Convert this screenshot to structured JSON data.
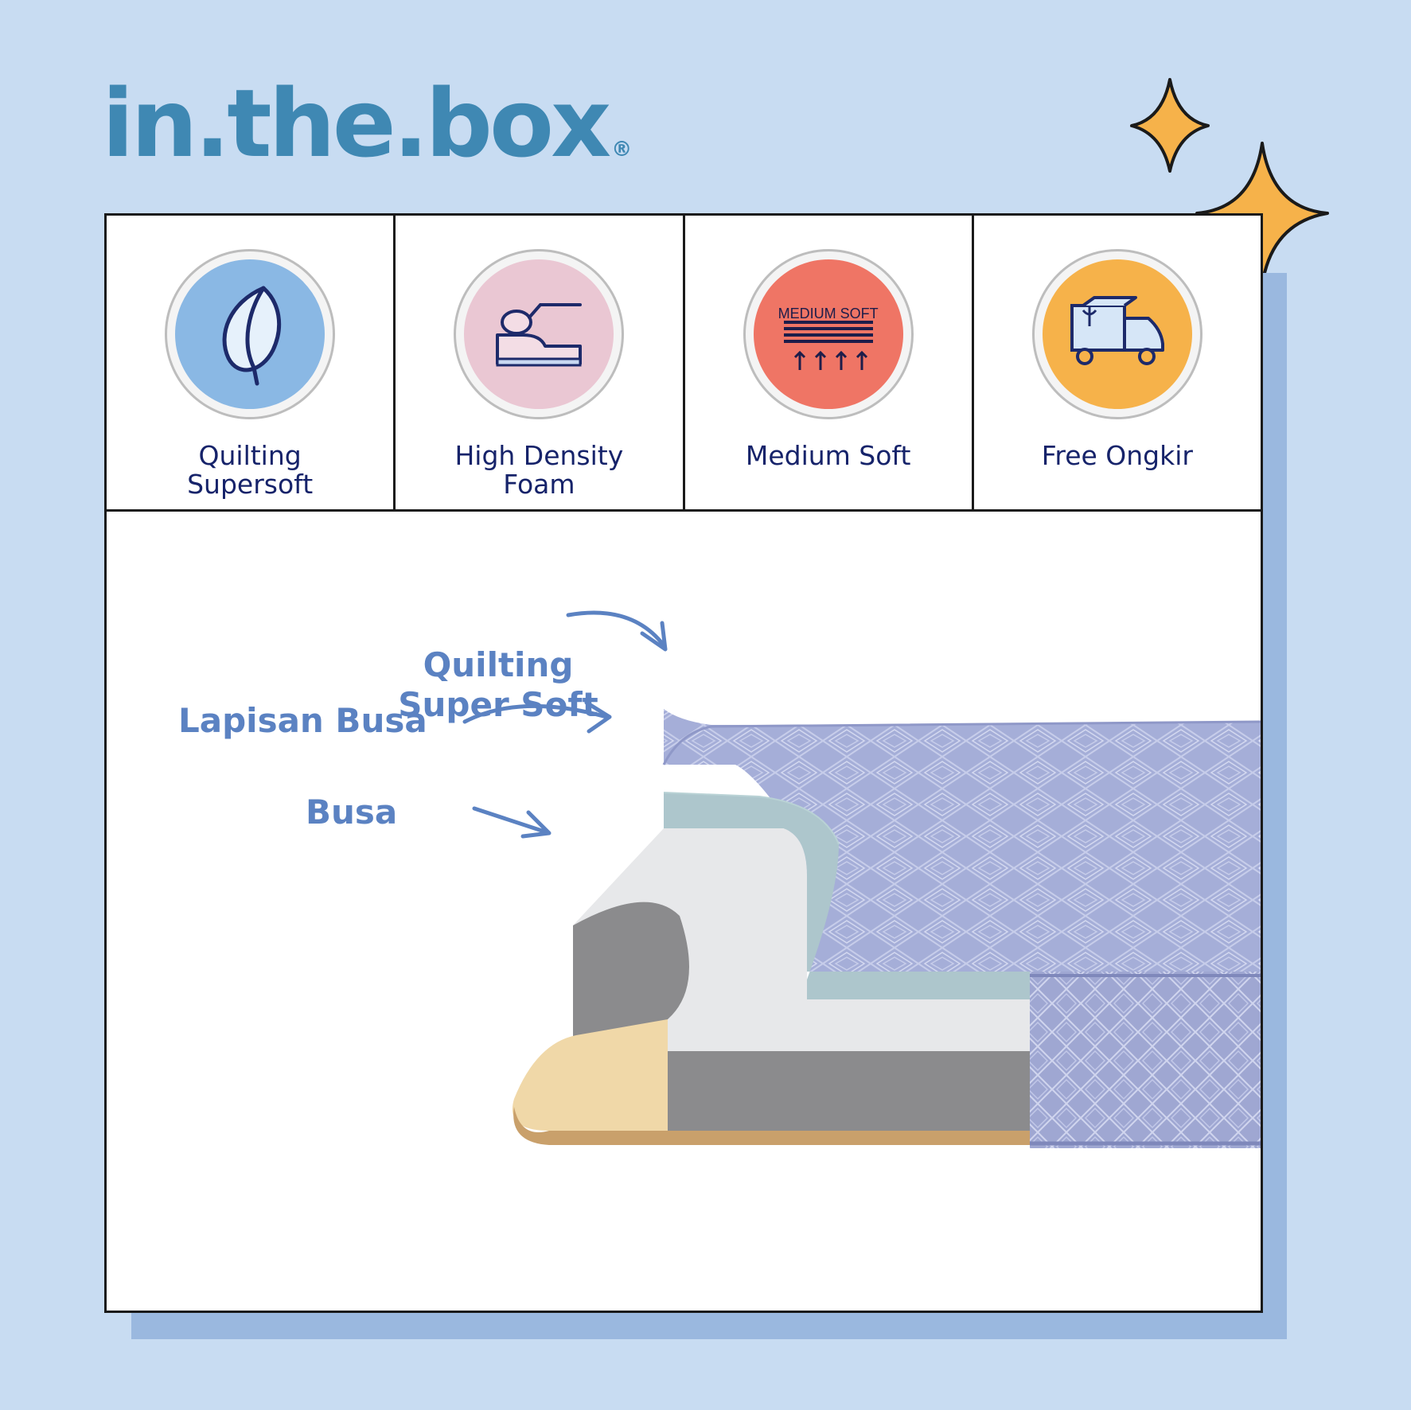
{
  "brand": {
    "logo_text": "in.the.box",
    "registered_mark": "®"
  },
  "features": [
    {
      "label": "Quilting\nSupersoft",
      "icon": "leaf-icon",
      "color": "#8ab8e4"
    },
    {
      "label": "High Density\nFoam",
      "icon": "foam-head-icon",
      "color": "#eac7d3"
    },
    {
      "label": "Medium Soft",
      "icon": "medium-soft-icon",
      "color": "#ef7565",
      "badge_text": "MEDIUM SOFT"
    },
    {
      "label": "Free Ongkir",
      "icon": "delivery-truck-icon",
      "color": "#f6b24a"
    }
  ],
  "callouts": {
    "quilting": "Quilting\nSuper Soft",
    "lapisan": "Lapisan Busa",
    "busa": "Busa"
  },
  "colors": {
    "background": "#c8dcf2",
    "panel_shadow": "#9ab8df",
    "logo": "#3f88b3",
    "callout_text": "#5b82c2",
    "star": "#f6b24a",
    "mattress_quilt": "#a5aed8"
  }
}
